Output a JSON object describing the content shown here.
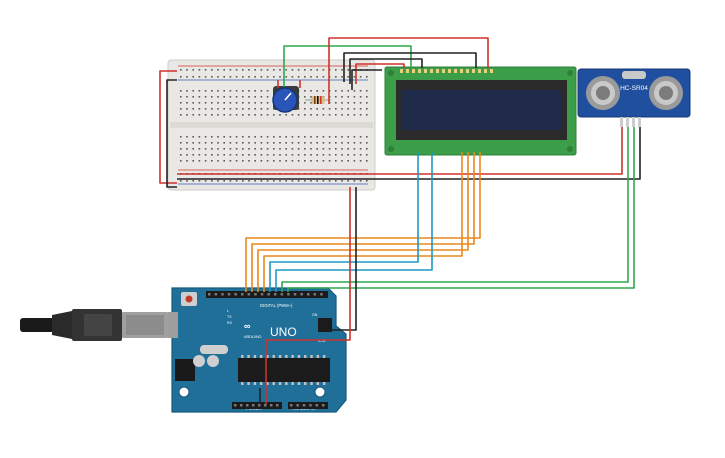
{
  "canvas": {
    "background": "#ffffff"
  },
  "colors": {
    "breadboard": "#e9e8e4",
    "breadboard_hole": "#5a5a5a",
    "rail_red": "#d2362f",
    "rail_blue": "#2f5fb3",
    "arduino_board": "#1f6f99",
    "arduino_dark": "#185a7d",
    "lcd_pcb": "#3d9e4a",
    "lcd_screen": "#1f2a4a",
    "lcd_screen_edge": "#2b2b2b",
    "sensor_pcb": "#1f4f9e",
    "sensor_can": "#c9c9c9",
    "usb_plug": "#8c8c8c",
    "usb_cable": "#1a1a1a",
    "wire_red": "#d0312d",
    "wire_black": "#222222",
    "wire_green": "#2fa84f",
    "wire_orange": "#e8891c",
    "wire_blue": "#1c9ac4",
    "pot_knob": "#2a55b8",
    "resistor_body": "#d8bf8a"
  },
  "arduino": {
    "name": "UNO",
    "brand": "ARDUINO",
    "digital_header_label": "DIGITAL (PWM~)",
    "analog_header_label": "ANALOG IN",
    "power_header_label": "POWER",
    "tx_label": "TX",
    "rx_label": "RX",
    "l_label": "L",
    "on_label": "ON",
    "icsp_label": "ICSP"
  },
  "sensor": {
    "label": "HC-SR04"
  },
  "icons": {
    "arduino_logo": "infinity-minus-plus-logo",
    "usb_connector": "usb-b-plug-icon",
    "reset_button": "reset-button-icon",
    "potentiometer": "potentiometer-icon",
    "resistor": "resistor-icon"
  }
}
